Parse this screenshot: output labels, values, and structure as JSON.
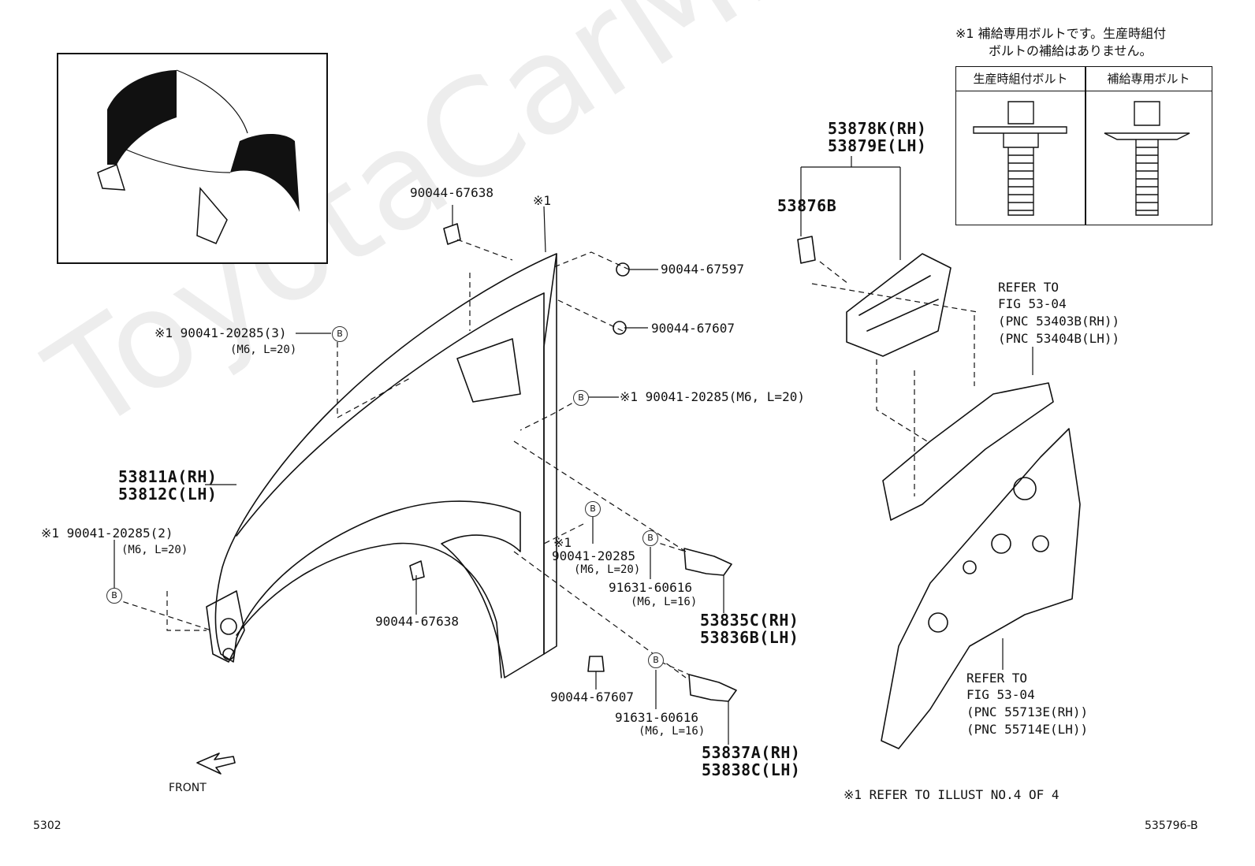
{
  "note_jp": {
    "line1": "※1 補給専用ボルトです。生産時組付",
    "line2": "ボルトの補給はありません。"
  },
  "bolt_table": {
    "col1": "生産時組付ボルト",
    "col2": "補給専用ボルト"
  },
  "mark_b": "B",
  "ref_star": "※1",
  "parts": {
    "p90044_67638_top": "90044-67638",
    "p90044_67597": "90044-67597",
    "p90044_67607_top": "90044-67607",
    "p90041_3": "※1 90041-20285(3)",
    "p90041_3_spec": "(M6, L=20)",
    "p90041_right": "※1 90041-20285(M6, L=20)",
    "p53811a": "53811A(RH)",
    "p53812c": "53812C(LH)",
    "p90041_2": "※1 90041-20285(2)",
    "p90041_2_spec": "(M6, L=20)",
    "p90041_mid_star": "※1",
    "p90041_mid": "90041-20285",
    "p90041_mid_spec": "(M6, L=20)",
    "p91631_a": "91631-60616",
    "p91631_a_spec": "(M6, L=16)",
    "p90044_67638_bottom": "90044-67638",
    "p53835c": "53835C(RH)",
    "p53836b": "53836B(LH)",
    "p90044_67607_bottom": "90044-67607",
    "p91631_b": "91631-60616",
    "p91631_b_spec": "(M6, L=16)",
    "p53837a": "53837A(RH)",
    "p53838c": "53838C(LH)",
    "p53878k": "53878K(RH)",
    "p53879e": "53879E(LH)",
    "p53876b": "53876B"
  },
  "refer1": {
    "l1": "REFER TO",
    "l2": "FIG 53-04",
    "l3": "(PNC 53403B(RH))",
    "l4": "(PNC 53404B(LH))"
  },
  "refer2": {
    "l1": "REFER TO",
    "l2": "FIG 53-04",
    "l3": "(PNC 55713E(RH))",
    "l4": "(PNC 55714E(LH))"
  },
  "footnote": "※1 REFER TO ILLUST NO.4 OF 4",
  "front_label": "FRONT",
  "page_code_left": "5302",
  "page_code_right": "535796-B",
  "watermark": "ToyotaCarMine"
}
